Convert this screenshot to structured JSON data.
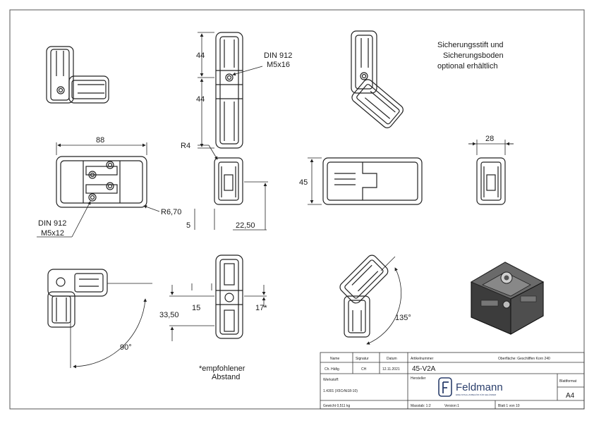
{
  "notes": {
    "pin_line1": "Sicherungsstift und",
    "pin_line2": "Sicherungsboden",
    "pin_line3": "optional erhältlich",
    "recommend_line1": "*empfohlener",
    "recommend_line2": "Abstand"
  },
  "dims": {
    "top_44a": "44",
    "top_44b": "44",
    "screw_top_1": "DIN 912",
    "screw_top_2": "M5x16",
    "width_88": "88",
    "r4": "R4",
    "r670": "R6,70",
    "screw_side_1": "DIN 912",
    "screw_side_2": "M5x12",
    "d5": "5",
    "d2250": "22,50",
    "d45": "45",
    "d28": "28",
    "d15": "15",
    "d3350": "33,50",
    "d17": "17*",
    "a90": "90°",
    "a135": "135°"
  },
  "title_block": {
    "h_name": "Name",
    "h_sign": "Signatur",
    "h_date": "Datum",
    "h_article": "Artikelnummer",
    "surface": "Oberfläche: Geschliffen Korn 240",
    "name": "Ch. Häfig",
    "sign": "CH",
    "date": "12.11.2021",
    "article": "45-V2A",
    "material_label": "Werkstoff:",
    "material": "1.4301 (X5CrNi18-10)",
    "maker_label": "Hersteller",
    "brand": "Feldmann",
    "brand_sub": "EDELSTAHL-ZUBEHÖR FÜR GELÄNDER",
    "format_label": "Blattformat",
    "format": "A4",
    "weight": "Gewicht 0,511 kg",
    "scale": "Masstab: 1:2",
    "version": "Version:1",
    "sheet": "Blatt 1 von 10"
  }
}
